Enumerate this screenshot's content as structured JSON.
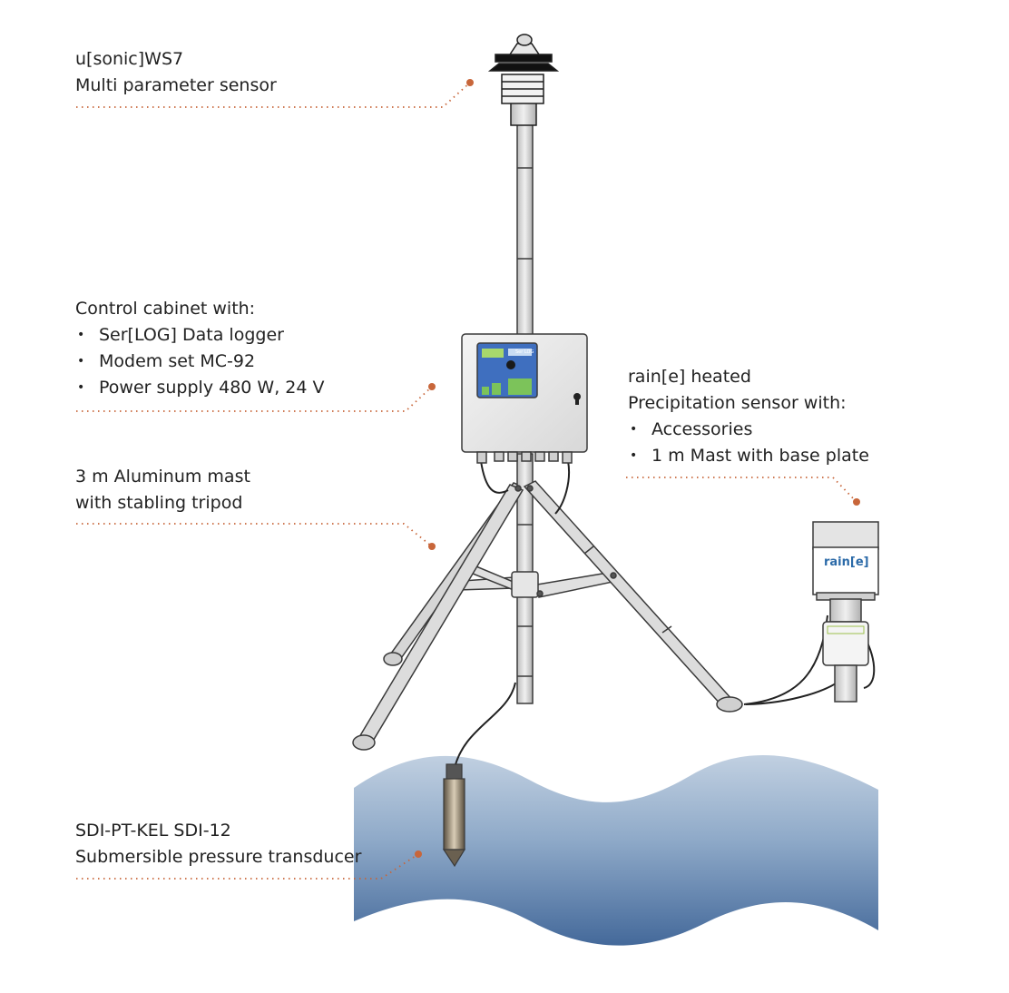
{
  "labels": {
    "sensor": {
      "title": "u[sonic]WS7",
      "subtitle": "Multi parameter sensor"
    },
    "cabinet": {
      "title": "Control cabinet with:",
      "items": [
        "Ser[LOG] Data logger",
        "Modem set MC-92",
        "Power supply 480 W, 24 V"
      ]
    },
    "mast": {
      "title": "3 m Aluminum mast",
      "subtitle": "with stabling tripod"
    },
    "rain": {
      "title": "rain[e] heated",
      "subtitle": "Precipitation sensor with:",
      "items": [
        "Accessories",
        "1 m Mast with base plate"
      ]
    },
    "transducer": {
      "title": "SDI-PT-KEL SDI-12",
      "subtitle": "Submersible pressure transducer"
    }
  },
  "device_text": {
    "rain_brand": "rain[e]",
    "cabinet_brand": "Ser LOG"
  },
  "colors": {
    "leader": "#c8663a",
    "water_top": "#b8c9dc",
    "water_bottom": "#4a6f9e",
    "metal": "#dcdcdc",
    "outline": "#3a3a3a",
    "screen": "#3f6fbf",
    "screen_green": "#7cc35a"
  }
}
